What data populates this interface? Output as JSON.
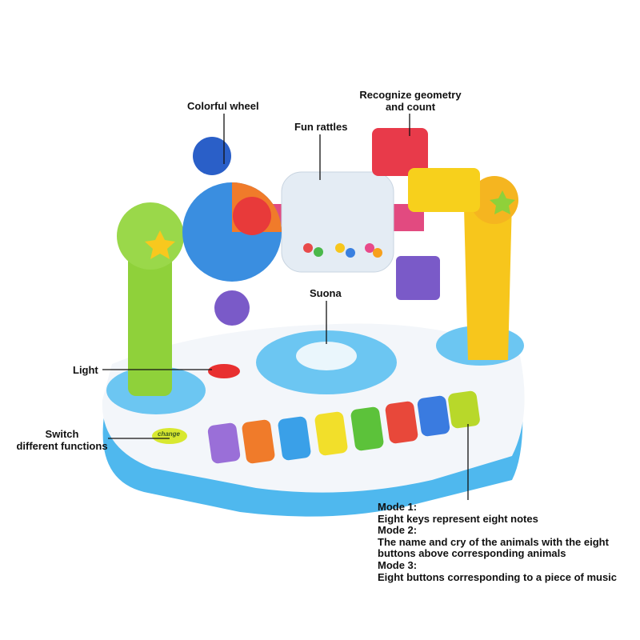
{
  "labels": {
    "colorful_wheel": "Colorful wheel",
    "geometry": [
      "Recognize geometry",
      "and count"
    ],
    "fun_rattles": "Fun rattles",
    "suona": "Suona",
    "light": "Light",
    "switch": [
      "Switch",
      "different functions"
    ]
  },
  "button_text": "change",
  "modes": [
    "Mode 1:",
    "Eight keys represent eight notes",
    "Mode 2:",
    "The name and cry of the animals with the eight",
    "buttons above corresponding animals",
    "Mode 3:",
    "Eight buttons corresponding to a piece of music"
  ],
  "colors": {
    "base_blue": "#4fb8ee",
    "pillar_green": "#8fd13a",
    "pillar_yellow": "#f7c61c",
    "keys": [
      "#9a6fd8",
      "#f07b2a",
      "#3aa0e8",
      "#f2df2a",
      "#5cc23a",
      "#e8483a",
      "#3a7be0",
      "#b8d82a"
    ]
  }
}
